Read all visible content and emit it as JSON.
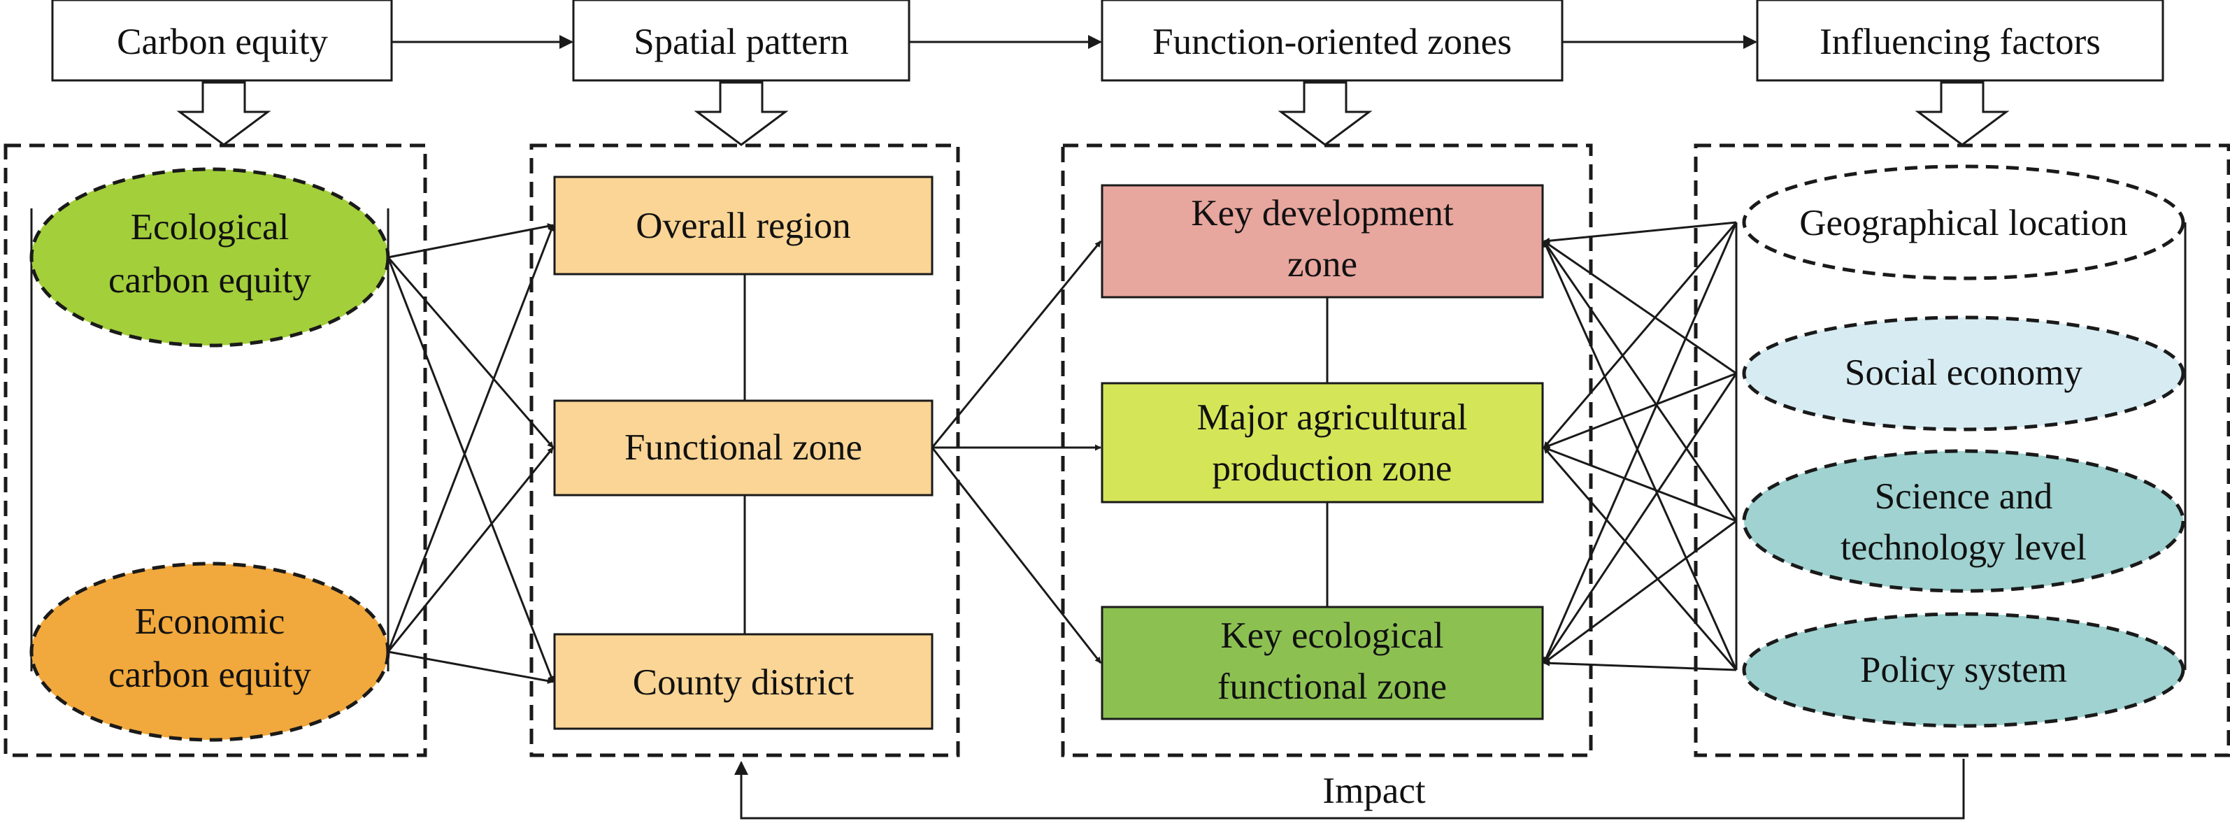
{
  "headers": {
    "carbon_equity": "Carbon equity",
    "spatial_pattern": "Spatial pattern",
    "function_zones": "Function-oriented zones",
    "influencing_factors": "Influencing factors"
  },
  "equity": {
    "ecological": {
      "line1": "Ecological",
      "line2": "carbon equity"
    },
    "economic": {
      "line1": "Economic",
      "line2": "carbon equity"
    }
  },
  "spatial": {
    "overall": "Overall region",
    "functional": "Functional zone",
    "county": "County district"
  },
  "zones": {
    "key_dev": {
      "line1": "Key development",
      "line2": "zone"
    },
    "agri": {
      "line1": "Major agricultural",
      "line2": "production zone"
    },
    "eco": {
      "line1": "Key ecological",
      "line2": "functional zone"
    }
  },
  "factors": {
    "geo": "Geographical location",
    "social": "Social economy",
    "sci": {
      "line1": "Science and",
      "line2": "technology level"
    },
    "policy": "Policy system"
  },
  "feedback_label": "Impact",
  "colors": {
    "ecological_fill": "#a3cf3b",
    "economic_fill": "#f1a83c",
    "spatial_fill": "#fad595",
    "key_dev_fill": "#e7a69e",
    "agri_fill": "#d4e658",
    "eco_fill": "#8cc152",
    "geo_fill": "#ffffff",
    "social_fill": "#d7ebf2",
    "sci_fill": "#9fd2d0",
    "policy_fill": "#9fd2d0"
  }
}
